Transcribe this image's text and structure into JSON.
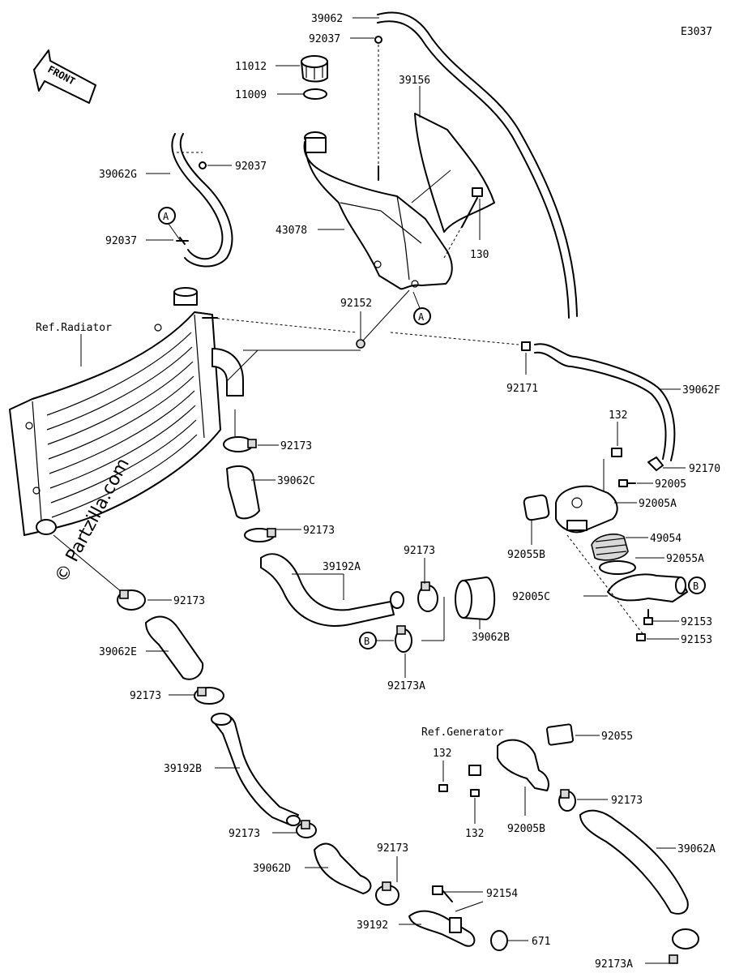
{
  "diagram_code": "E3037",
  "front_label": "FRONT",
  "watermark": "© Partzilla.com",
  "refs": {
    "radiator": "Ref.Radiator",
    "generator": "Ref.Generator"
  },
  "markers": {
    "a": "A",
    "b": "B"
  },
  "labels": {
    "l39062": "39062",
    "l92037_top": "92037",
    "l11012": "11012",
    "l11009": "11009",
    "l39156": "39156",
    "l39062g": "39062G",
    "l92037_mid": "92037",
    "l92037_left": "92037",
    "l43078": "43078",
    "l130": "130",
    "l92152": "92152",
    "l92171": "92171",
    "l39062f": "39062F",
    "l132_top": "132",
    "l92173_1": "92173",
    "l92170": "92170",
    "l92005": "92005",
    "l39062c": "39062C",
    "l92005a": "92005A",
    "l92173_2": "92173",
    "l49054": "49054",
    "l92055b": "92055B",
    "l92055a": "92055A",
    "l39192a": "39192A",
    "l92173_3": "92173",
    "l92005c": "92005C",
    "l92173_4": "92173",
    "l39062b": "39062B",
    "l92153_1": "92153",
    "l92153_2": "92153",
    "l39062e": "39062E",
    "l92173a_1": "92173A",
    "l92173_5": "92173",
    "l92055": "92055",
    "l39192b": "39192B",
    "l132_mid": "132",
    "l92173_6": "92173",
    "l132_bot": "132",
    "l92005b": "92005B",
    "l92173_7": "92173",
    "l39062d": "39062D",
    "l92173_8": "92173",
    "l39062a": "39062A",
    "l92154": "92154",
    "l39192": "39192",
    "l671": "671",
    "l92173a_2": "92173A"
  }
}
